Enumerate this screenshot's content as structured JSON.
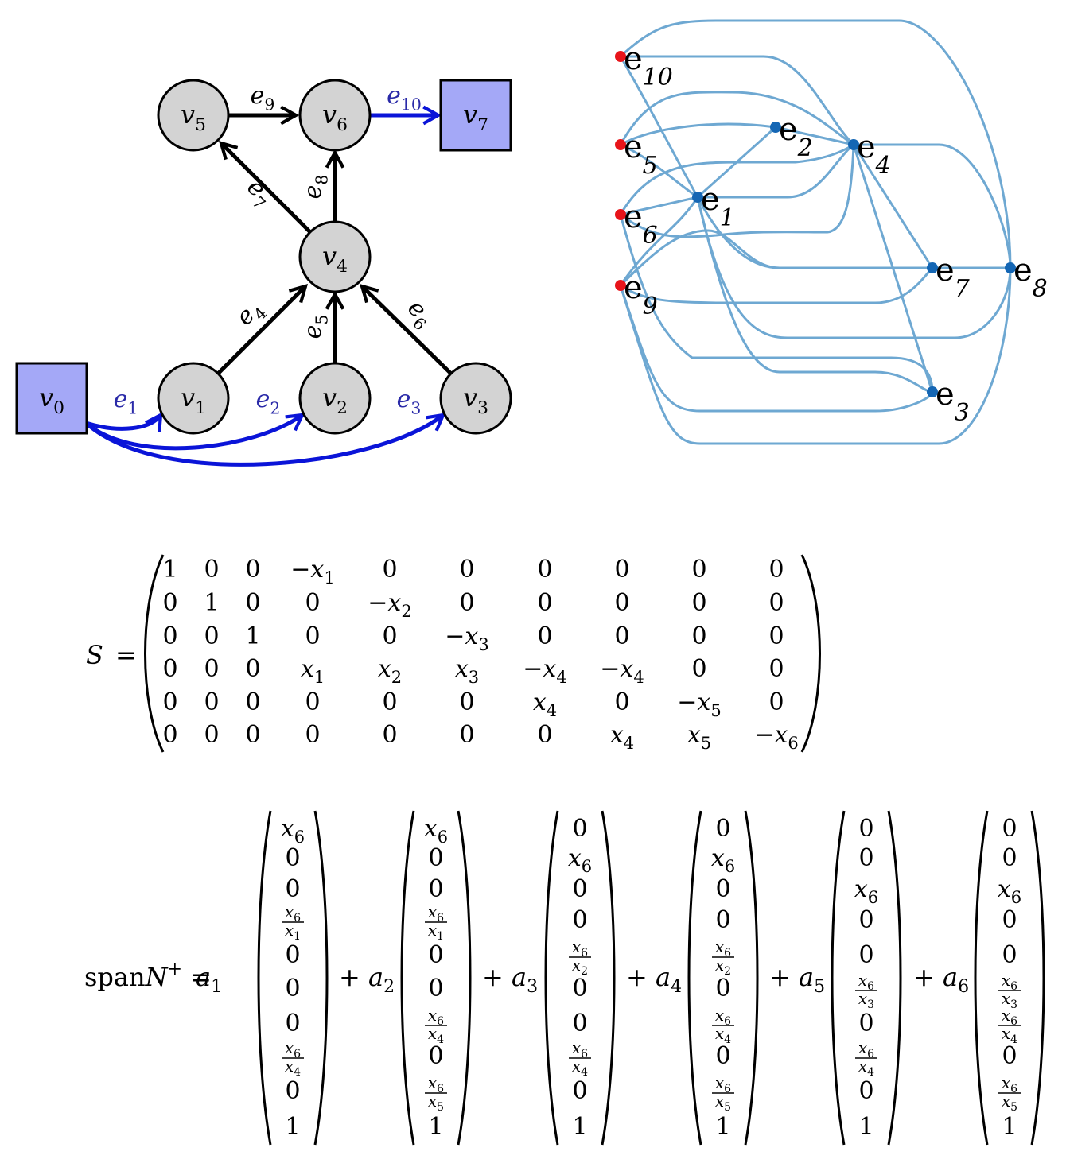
{
  "network": {
    "nodes": [
      {
        "id": "v0",
        "label": "v",
        "sub": "0",
        "shape": "square"
      },
      {
        "id": "v1",
        "label": "v",
        "sub": "1",
        "shape": "circle"
      },
      {
        "id": "v2",
        "label": "v",
        "sub": "2",
        "shape": "circle"
      },
      {
        "id": "v3",
        "label": "v",
        "sub": "3",
        "shape": "circle"
      },
      {
        "id": "v4",
        "label": "v",
        "sub": "4",
        "shape": "circle"
      },
      {
        "id": "v5",
        "label": "v",
        "sub": "5",
        "shape": "circle"
      },
      {
        "id": "v6",
        "label": "v",
        "sub": "6",
        "shape": "circle"
      },
      {
        "id": "v7",
        "label": "v",
        "sub": "7",
        "shape": "square"
      }
    ],
    "edges": [
      {
        "id": "e1",
        "label": "e",
        "sub": "1",
        "from": "v0",
        "to": "v1",
        "kind": "input"
      },
      {
        "id": "e2",
        "label": "e",
        "sub": "2",
        "from": "v0",
        "to": "v2",
        "kind": "input"
      },
      {
        "id": "e3",
        "label": "e",
        "sub": "3",
        "from": "v0",
        "to": "v3",
        "kind": "input"
      },
      {
        "id": "e4",
        "label": "e",
        "sub": "4",
        "from": "v1",
        "to": "v4",
        "kind": "internal"
      },
      {
        "id": "e5",
        "label": "e",
        "sub": "5",
        "from": "v2",
        "to": "v4",
        "kind": "internal"
      },
      {
        "id": "e6",
        "label": "e",
        "sub": "6",
        "from": "v3",
        "to": "v4",
        "kind": "internal"
      },
      {
        "id": "e7",
        "label": "e",
        "sub": "7",
        "from": "v4",
        "to": "v5",
        "kind": "internal"
      },
      {
        "id": "e8",
        "label": "e",
        "sub": "8",
        "from": "v4",
        "to": "v6",
        "kind": "internal"
      },
      {
        "id": "e9",
        "label": "e",
        "sub": "9",
        "from": "v5",
        "to": "v6",
        "kind": "internal"
      },
      {
        "id": "e10",
        "label": "e",
        "sub": "10",
        "from": "v6",
        "to": "v7",
        "kind": "output"
      }
    ],
    "colors": {
      "square_fill": "#a4a8f7",
      "circle_fill": "#d3d3d3",
      "input_edge": "#0a14d8",
      "internal_edge": "#000000",
      "input_label": "#2a2aa8"
    }
  },
  "line_graph": {
    "nodes": [
      {
        "id": "e10",
        "label": "e",
        "sub": "10",
        "source": true
      },
      {
        "id": "e5",
        "label": "e",
        "sub": "5",
        "source": true
      },
      {
        "id": "e6",
        "label": "e",
        "sub": "6",
        "source": true
      },
      {
        "id": "e9",
        "label": "e",
        "sub": "9",
        "source": true
      },
      {
        "id": "e2",
        "label": "e",
        "sub": "2",
        "source": false
      },
      {
        "id": "e4",
        "label": "e",
        "sub": "4",
        "source": false
      },
      {
        "id": "e1",
        "label": "e",
        "sub": "1",
        "source": false
      },
      {
        "id": "e7",
        "label": "e",
        "sub": "7",
        "source": false
      },
      {
        "id": "e8",
        "label": "e",
        "sub": "8",
        "source": false
      },
      {
        "id": "e3",
        "label": "e",
        "sub": "3",
        "source": false
      }
    ],
    "colors": {
      "edge": "#6ea8d2",
      "source_node": "#e8141a",
      "node": "#1466b4"
    }
  },
  "matrix": {
    "lhs": "S",
    "rows": [
      [
        "1",
        "0",
        "0",
        "−x_1",
        "0",
        "0",
        "0",
        "0",
        "0",
        "0"
      ],
      [
        "0",
        "1",
        "0",
        "0",
        "−x_2",
        "0",
        "0",
        "0",
        "0",
        "0"
      ],
      [
        "0",
        "0",
        "1",
        "0",
        "0",
        "−x_3",
        "0",
        "0",
        "0",
        "0"
      ],
      [
        "0",
        "0",
        "0",
        "x_1",
        "x_2",
        "x_3",
        "−x_4",
        "−x_4",
        "0",
        "0"
      ],
      [
        "0",
        "0",
        "0",
        "0",
        "0",
        "0",
        "x_4",
        "0",
        "−x_5",
        "0"
      ],
      [
        "0",
        "0",
        "0",
        "0",
        "0",
        "0",
        "0",
        "x_4",
        "x_5",
        "−x_6"
      ]
    ]
  },
  "span": {
    "lhs": "spanN⁺ = ",
    "lhs_text": "span",
    "lhs_symbol": "N",
    "lhs_sup": "+",
    "vectors": [
      {
        "coef": "a_1",
        "entries": [
          "x_6",
          "0",
          "0",
          "x_6/x_1",
          "0",
          "0",
          "0",
          "x_6/x_4",
          "0",
          "1"
        ]
      },
      {
        "coef": "a_2",
        "entries": [
          "x_6",
          "0",
          "0",
          "x_6/x_1",
          "0",
          "0",
          "x_6/x_4",
          "0",
          "x_6/x_5",
          "1"
        ]
      },
      {
        "coef": "a_3",
        "entries": [
          "0",
          "x_6",
          "0",
          "0",
          "x_6/x_2",
          "0",
          "0",
          "x_6/x_4",
          "0",
          "1"
        ]
      },
      {
        "coef": "a_4",
        "entries": [
          "0",
          "x_6",
          "0",
          "0",
          "x_6/x_2",
          "0",
          "x_6/x_4",
          "0",
          "x_6/x_5",
          "1"
        ]
      },
      {
        "coef": "a_5",
        "entries": [
          "0",
          "0",
          "x_6",
          "0",
          "0",
          "x_6/x_3",
          "0",
          "x_6/x_4",
          "0",
          "1"
        ]
      },
      {
        "coef": "a_6",
        "entries": [
          "0",
          "0",
          "x_6",
          "0",
          "0",
          "x_6/x_3",
          "x_6/x_4",
          "0",
          "x_6/x_5",
          "1"
        ]
      }
    ]
  }
}
